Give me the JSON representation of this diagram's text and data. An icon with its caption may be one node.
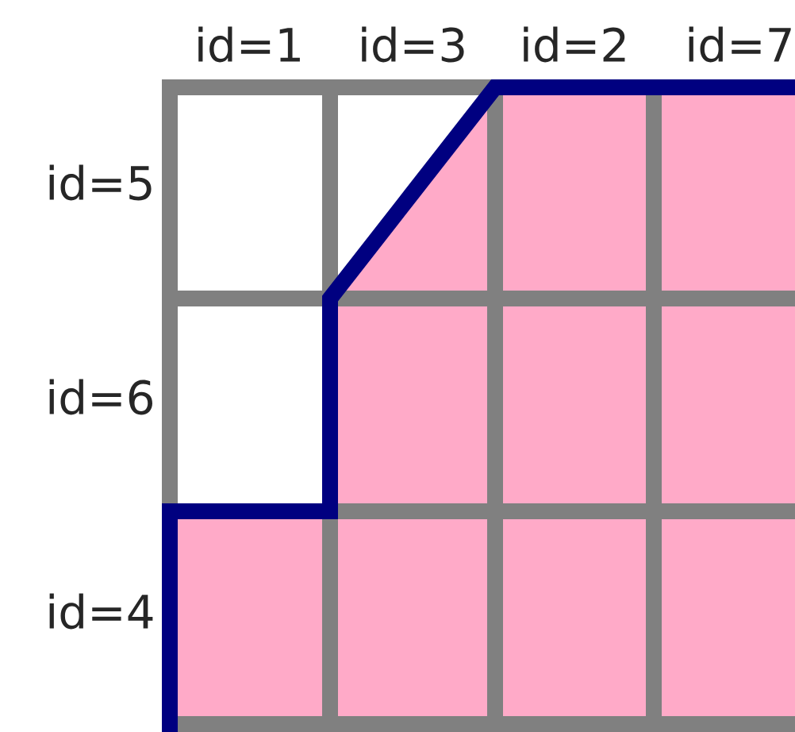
{
  "diagram": {
    "labels": [
      "id=1",
      "id=3",
      "id=2",
      "id=7",
      "id=5",
      "id=6",
      "id=4"
    ]
  }
}
